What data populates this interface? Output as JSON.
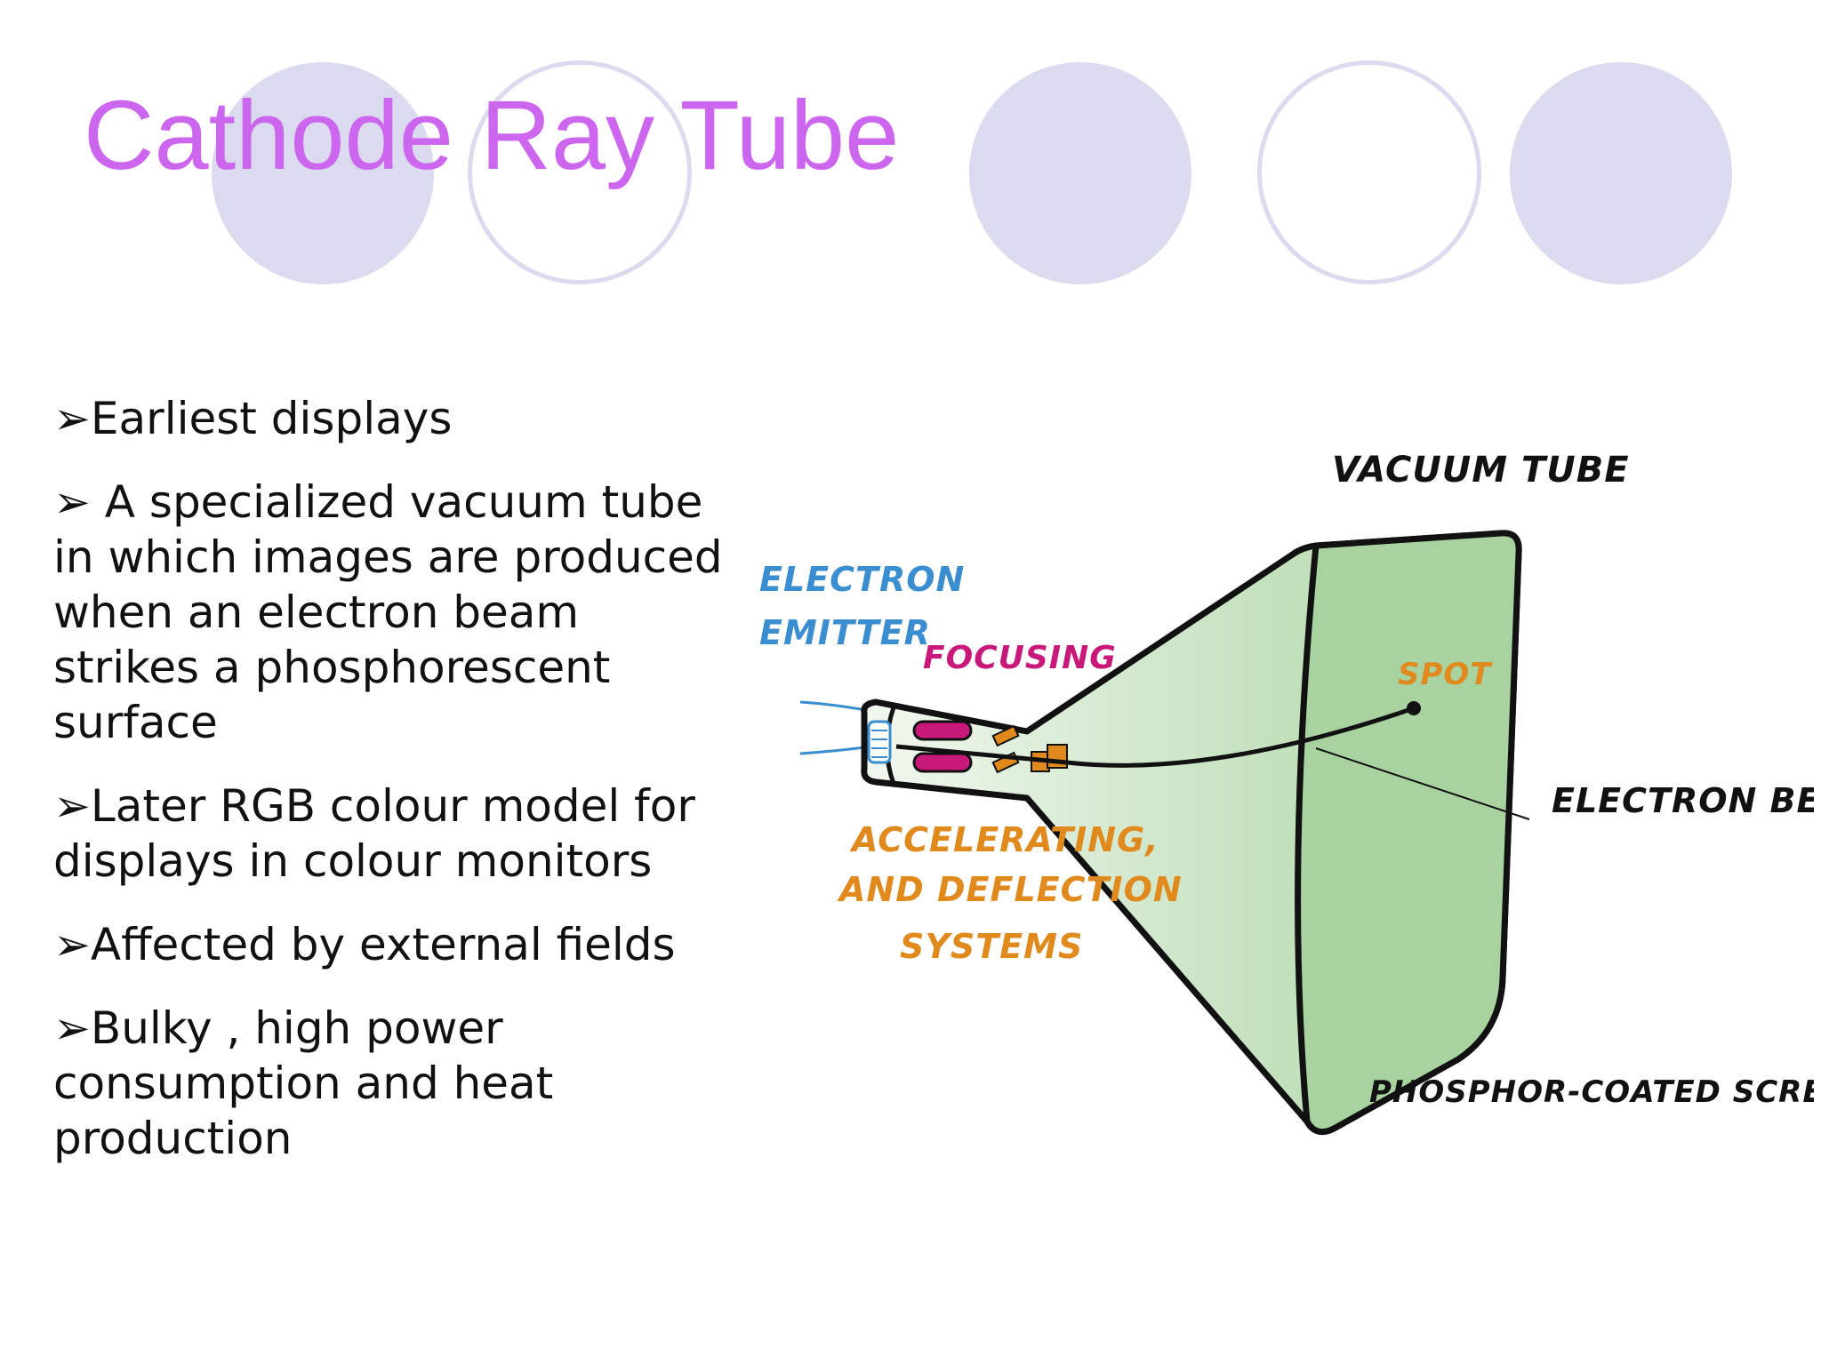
{
  "title": "Cathode Ray Tube",
  "bullets": [
    {
      "marker": "➢",
      "text": "Earliest displays"
    },
    {
      "marker": "➢",
      "text": " A specialized vacuum tube in which images are produced when an electron beam strikes a phosphorescent surface"
    },
    {
      "marker": "➢",
      "text": "Later RGB colour model for displays in colour monitors"
    },
    {
      "marker": "➢",
      "text": "Affected by external fields"
    },
    {
      "marker": "➢",
      "text": "Bulky , high power consumption and heat production"
    }
  ],
  "diagram": {
    "labels": {
      "vacuum_tube": "VACUUM TUBE",
      "electron_emitter_1": "ELECTRON",
      "electron_emitter_2": "EMITTER",
      "focusing": "FOCUSING",
      "spot": "SPOT",
      "electron_beam": "ELECTRON BEAM",
      "accelerating_1": "ACCELERATING,",
      "accelerating_2": "AND DEFLECTION",
      "accelerating_3": "SYSTEMS",
      "phosphor_screen": "PHOSPHOR-COATED SCREEN"
    }
  },
  "colors": {
    "title": "#cc66ee",
    "decoration": "#dcdaee",
    "tube_fill": "#a8d3a0",
    "emitter_label": "#3a8ed0",
    "focusing_label": "#c8187a",
    "accelerating_label": "#e08a1e"
  }
}
